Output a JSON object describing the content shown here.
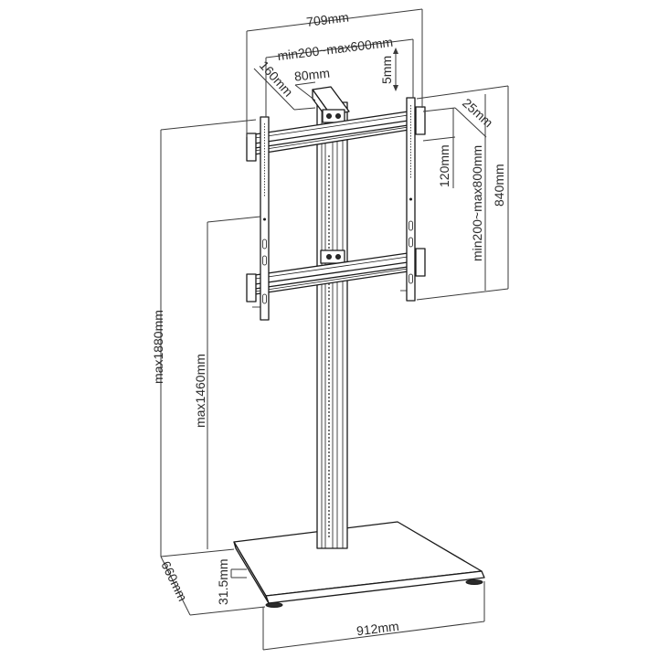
{
  "diagram": {
    "subject": "TV floor stand with VESA mounting bracket",
    "colors": {
      "line": "#1a1a1a",
      "dimension_line": "#3a3a3a",
      "background": "#ffffff"
    },
    "dimensions": {
      "overall_width": "709mm",
      "vesa_horizontal": "min200~max600mm",
      "arm_depth": "160mm",
      "column_width": "80mm",
      "vertical_adjust": "5mm",
      "bracket_thickness": "25mm",
      "rail_height": "120mm",
      "vesa_vertical": "min200~max800mm",
      "bracket_height": "840mm",
      "max_height": "max1880mm",
      "max_center_height": "max1460mm",
      "base_depth": "660mm",
      "base_thickness": "31.5mm",
      "base_width": "912mm"
    }
  }
}
